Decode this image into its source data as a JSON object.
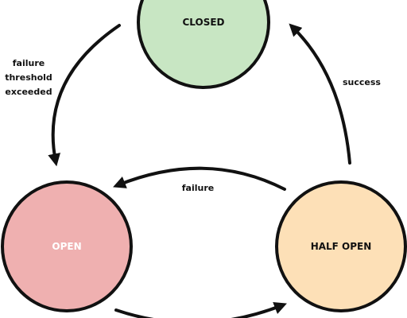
{
  "colors": {
    "stroke": "#111111",
    "closed_fill": "#c8e6c3",
    "open_fill": "#efb0b0",
    "half_open_fill": "#fde0b7",
    "label_dark": "#111111",
    "label_light": "#ffffff"
  },
  "states": {
    "closed": "CLOSED",
    "open": "OPEN",
    "half_open": "HALF OPEN"
  },
  "transitions": {
    "closed_to_open": [
      "failure",
      "threshold",
      "exceeded"
    ],
    "half_open_to_closed": "success",
    "half_open_to_open": "failure"
  }
}
